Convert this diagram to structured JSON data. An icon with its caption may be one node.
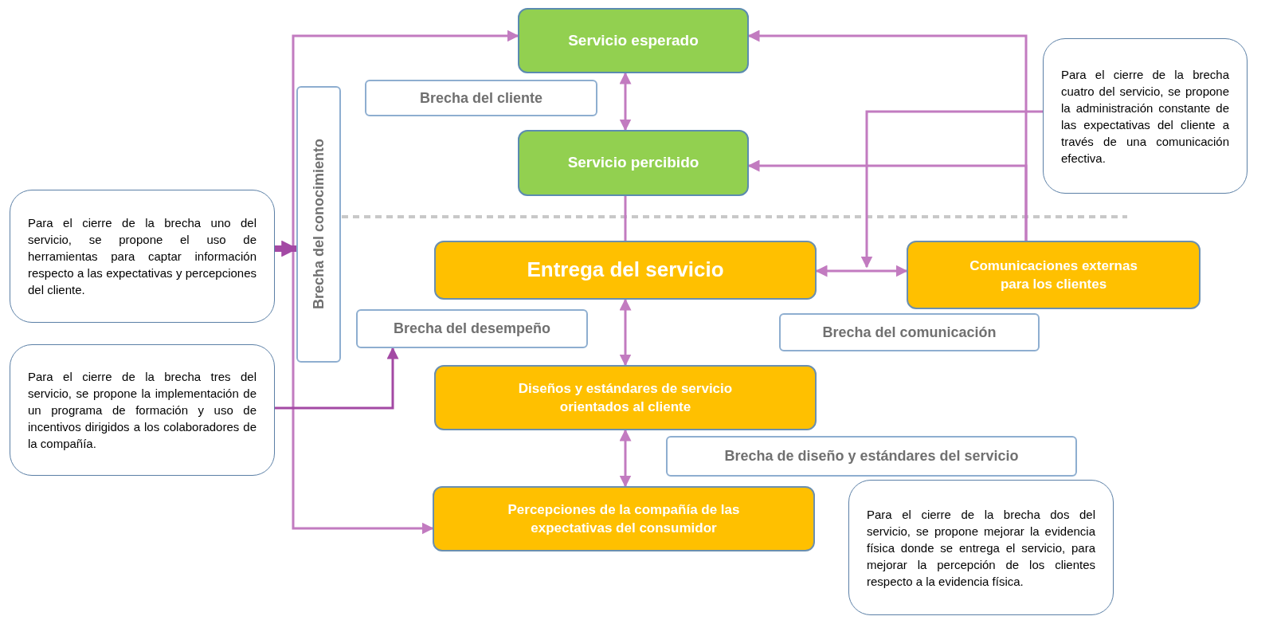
{
  "diagram": {
    "nodes": [
      {
        "text": [
          "Servicio esperado"
        ]
      },
      {
        "text": [
          "Brecha del cliente"
        ]
      },
      {
        "text": [
          "Servicio percibido"
        ]
      },
      {
        "text": [
          "Para el cierre de la brecha cuatro del servicio, se propone la administración constante de las expectativas del cliente a través de una comunicación efectiva."
        ]
      },
      {
        "text": [
          "Brecha del conocimiento"
        ]
      },
      {
        "text": [
          "Para el cierre de la brecha uno del servicio, se propone el uso de herramientas para captar información respecto a las expectativas y percepciones del cliente."
        ]
      },
      {
        "text": [
          "Entrega del servicio"
        ]
      },
      {
        "text": [
          "Comunicaciones externas para los clientes"
        ]
      },
      {
        "text": [
          "Brecha del desempeño"
        ]
      },
      {
        "text": [
          "Brecha del comunicación"
        ]
      },
      {
        "text": [
          "Para el cierre de la brecha tres del servicio, se propone la implementación de un programa de formación y uso de incentivos dirigidos a los colaboradores de la compañía."
        ]
      },
      {
        "text": [
          "Diseños y estándares de servicio orientados al cliente"
        ]
      },
      {
        "text": [
          "Brecha de diseño y estándares del servicio"
        ]
      },
      {
        "text": [
          "Percepciones de la compañía de las expectativas del consumidor"
        ]
      },
      {
        "text": [
          "Para el cierre de la brecha dos del servicio, se propone mejorar la evidencia física donde se entrega el servicio, para mejorar la percepción de los clientes respecto a la evidencia física."
        ]
      }
    ],
    "edges": [
      {
        "from": 0,
        "to": 13,
        "arrow": "both"
      },
      {
        "from": 0,
        "to": 2,
        "arrow": "both"
      },
      {
        "from": 2,
        "to": 6,
        "arrow": "none"
      },
      {
        "from": 6,
        "to": 7,
        "arrow": "both"
      },
      {
        "from": 7,
        "to": 0,
        "arrow": "to"
      },
      {
        "from": 7,
        "to": 2,
        "arrow": "to"
      },
      {
        "from": 3,
        "to": null,
        "arrow": "to"
      },
      {
        "from": 6,
        "to": 11,
        "arrow": "both"
      },
      {
        "from": 11,
        "to": 13,
        "arrow": "both"
      },
      {
        "from": 5,
        "to": 4,
        "arrow": "to",
        "style": "thick",
        "color": "#a349a4"
      },
      {
        "from": 10,
        "to": 8,
        "arrow": "to",
        "color": "#a349a4"
      }
    ]
  }
}
